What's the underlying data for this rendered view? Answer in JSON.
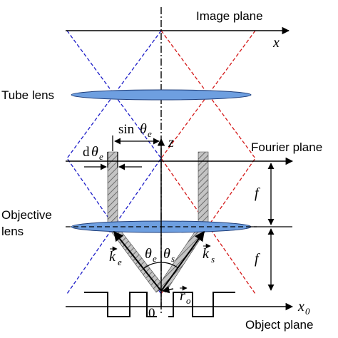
{
  "labels": {
    "image_plane": "Image plane",
    "tube_lens": "Tube lens",
    "fourier_plane": "Fourier plane",
    "objective_lens_line1": "Objective",
    "objective_lens_line2": "lens",
    "object_plane": "Object plane"
  },
  "symbols": {
    "x_axis": "x",
    "x0_axis": "x",
    "x0_sub": "0",
    "z_axis": "z",
    "f_upper": "f",
    "f_lower": "f",
    "origin": "0",
    "sin": "sin",
    "theta": "θ",
    "theta_e_sub": "e",
    "theta_s_sub": "s",
    "d": "d",
    "k": "k",
    "k_e_sub": "e",
    "k_s_sub": "s",
    "r": "r",
    "r_sub": "o"
  },
  "colors": {
    "lens_fill": "#6e9fe0",
    "lens_stroke": "#1f3e7a",
    "blue_ray": "#1c1cc8",
    "red_ray": "#d41818",
    "beam_fill": "#c4c4c4",
    "beam_hatch": "#555555"
  }
}
